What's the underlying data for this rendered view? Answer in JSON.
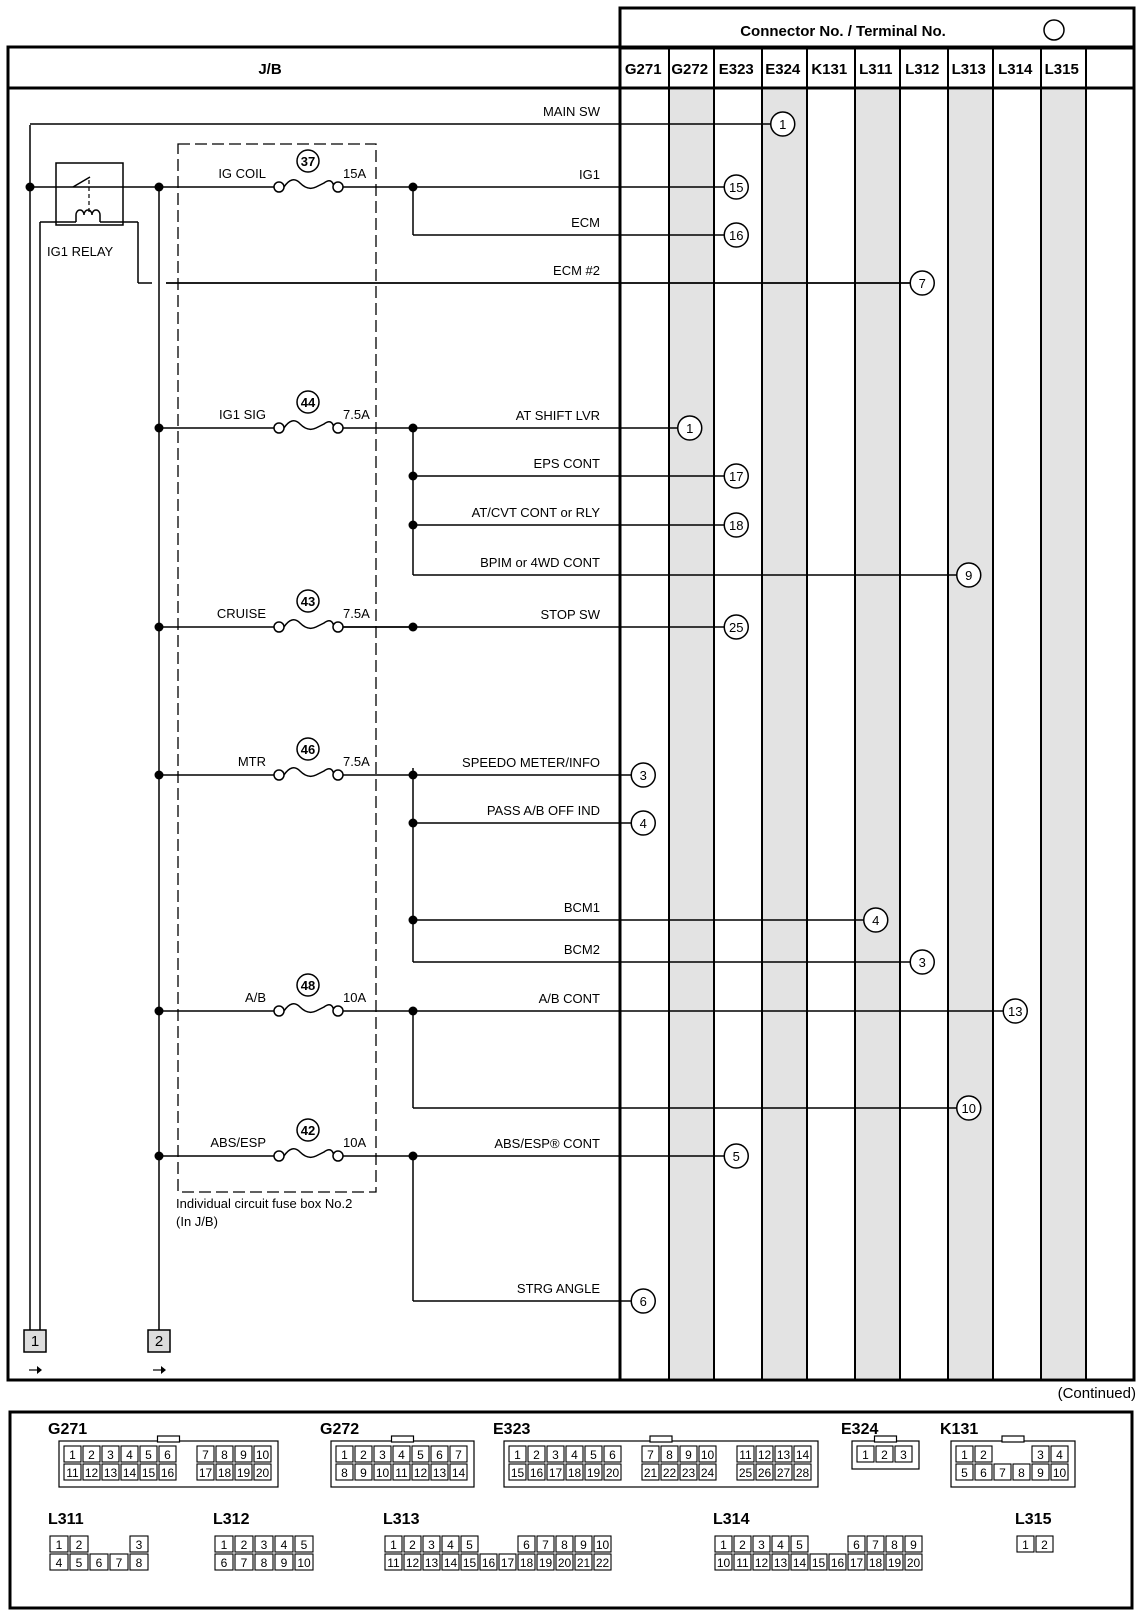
{
  "header": {
    "title": "Connector No. / Terminal No.",
    "jb": "J/B",
    "continued": "(Continued)"
  },
  "connectors": [
    "G271",
    "G272",
    "E323",
    "E324",
    "K131",
    "L311",
    "L312",
    "L313",
    "L314",
    "L315"
  ],
  "relay": {
    "label": "IG1 RELAY"
  },
  "fusebox": {
    "line1": "Individual circuit fuse box No.2",
    "line2": "(In J/B)"
  },
  "fuses": [
    {
      "num": "37",
      "name": "IG COIL",
      "amp": "15A"
    },
    {
      "num": "44",
      "name": "IG1 SIG",
      "amp": "7.5A"
    },
    {
      "num": "43",
      "name": "CRUISE",
      "amp": "7.5A"
    },
    {
      "num": "46",
      "name": "MTR",
      "amp": "7.5A"
    },
    {
      "num": "48",
      "name": "A/B",
      "amp": "10A"
    },
    {
      "num": "42",
      "name": "ABS/ESP",
      "amp": "10A"
    }
  ],
  "circuits": [
    {
      "label": "MAIN SW",
      "connector": "E324",
      "terminal": "1"
    },
    {
      "label": "IG1",
      "connector": "E323",
      "terminal": "15"
    },
    {
      "label": "ECM",
      "connector": "E323",
      "terminal": "16"
    },
    {
      "label": "ECM #2",
      "connector": "L312",
      "terminal": "7"
    },
    {
      "label": "AT SHIFT LVR",
      "connector": "G272",
      "terminal": "1"
    },
    {
      "label": "EPS CONT",
      "connector": "E323",
      "terminal": "17"
    },
    {
      "label": "AT/CVT CONT or RLY",
      "connector": "E323",
      "terminal": "18"
    },
    {
      "label": "BPIM or 4WD CONT",
      "connector": "L313",
      "terminal": "9"
    },
    {
      "label": "STOP SW",
      "connector": "E323",
      "terminal": "25"
    },
    {
      "label": "SPEEDO METER/INFO",
      "connector": "G271",
      "terminal": "3"
    },
    {
      "label": "PASS A/B OFF IND",
      "connector": "G271",
      "terminal": "4"
    },
    {
      "label": "BCM1",
      "connector": "L311",
      "terminal": "4"
    },
    {
      "label": "BCM2",
      "connector": "L312",
      "terminal": "3"
    },
    {
      "label": "A/B CONT",
      "connector": "L314",
      "terminal": "13"
    },
    {
      "label": "",
      "connector": "L313",
      "terminal": "10"
    },
    {
      "label": "ABS/ESP® CONT",
      "connector": "E323",
      "terminal": "5"
    },
    {
      "label": "STRG ANGLE",
      "connector": "G271",
      "terminal": "6"
    }
  ],
  "offpage": [
    "1",
    "2"
  ],
  "connector_views": [
    {
      "name": "G271",
      "rows": [
        [
          "1",
          "2",
          "3",
          "4",
          "5",
          "6",
          "",
          "7",
          "8",
          "9",
          "10"
        ],
        [
          "11",
          "12",
          "13",
          "14",
          "15",
          "16",
          "",
          "17",
          "18",
          "19",
          "20"
        ]
      ]
    },
    {
      "name": "G272",
      "rows": [
        [
          "1",
          "2",
          "3",
          "4",
          "5",
          "6",
          "7"
        ],
        [
          "8",
          "9",
          "10",
          "11",
          "12",
          "13",
          "14"
        ]
      ]
    },
    {
      "name": "E323",
      "rows": [
        [
          "1",
          "2",
          "3",
          "4",
          "5",
          "6",
          "",
          "7",
          "8",
          "9",
          "10",
          "",
          "11",
          "12",
          "13",
          "14"
        ],
        [
          "15",
          "16",
          "17",
          "18",
          "19",
          "20",
          "",
          "21",
          "22",
          "23",
          "24",
          "",
          "25",
          "26",
          "27",
          "28"
        ]
      ]
    },
    {
      "name": "E324",
      "rows": [
        [
          "1",
          "2",
          "3"
        ]
      ]
    },
    {
      "name": "K131",
      "rows": [
        [
          "1",
          "2",
          "",
          "",
          "3",
          "4"
        ],
        [
          "5",
          "6",
          "7",
          "8",
          "9",
          "10"
        ]
      ]
    },
    {
      "name": "L311",
      "rows": [
        [
          "1",
          "2",
          "",
          "",
          "3"
        ],
        [
          "4",
          "5",
          "6",
          "7",
          "8"
        ]
      ]
    },
    {
      "name": "L312",
      "rows": [
        [
          "1",
          "2",
          "3",
          "4",
          "5"
        ],
        [
          "6",
          "7",
          "8",
          "9",
          "10"
        ]
      ]
    },
    {
      "name": "L313",
      "rows": [
        [
          "1",
          "2",
          "3",
          "4",
          "5",
          "",
          "",
          "6",
          "7",
          "8",
          "9",
          "10"
        ],
        [
          "11",
          "12",
          "13",
          "14",
          "15",
          "16",
          "17",
          "18",
          "19",
          "20",
          "21",
          "22"
        ]
      ]
    },
    {
      "name": "L314",
      "rows": [
        [
          "1",
          "2",
          "3",
          "4",
          "5",
          "",
          "",
          "6",
          "7",
          "8",
          "9"
        ],
        [
          "10",
          "11",
          "12",
          "13",
          "14",
          "15",
          "16",
          "17",
          "18",
          "19",
          "20"
        ]
      ]
    },
    {
      "name": "L315",
      "rows": [
        [
          "1",
          "2"
        ]
      ]
    }
  ]
}
